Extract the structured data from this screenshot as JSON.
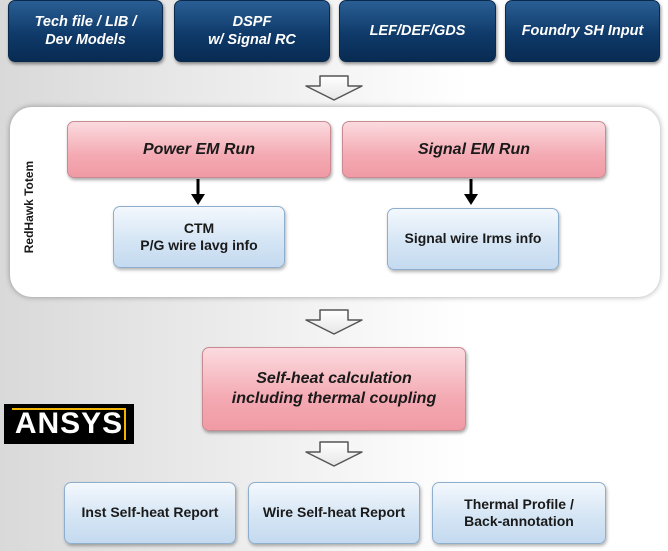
{
  "inputs": {
    "tech": [
      "Tech file / LIB /",
      "Dev Models"
    ],
    "dspf": [
      "DSPF",
      "w/ Signal RC"
    ],
    "lef": "LEF/DEF/GDS",
    "foundry": "Foundry SH Input"
  },
  "panel": {
    "label": "RedHawk Totem",
    "power_run": "Power EM Run",
    "signal_run": "Signal EM Run",
    "ctm": [
      "CTM",
      "P/G wire Iavg info"
    ],
    "signal_irms": "Signal wire Irms info"
  },
  "selfheat": [
    "Self-heat calculation",
    "including thermal coupling"
  ],
  "logo": "ANSYS",
  "outputs": {
    "inst": "Inst Self-heat Report",
    "wire": "Wire Self-heat Report",
    "thermal": [
      "Thermal Profile /",
      "Back-annotation"
    ]
  },
  "colors": {
    "navy": "#0f3a6a",
    "pink": "#f4aab3",
    "light_blue": "#d3e4f4",
    "logo_accent": "#f2b400"
  }
}
